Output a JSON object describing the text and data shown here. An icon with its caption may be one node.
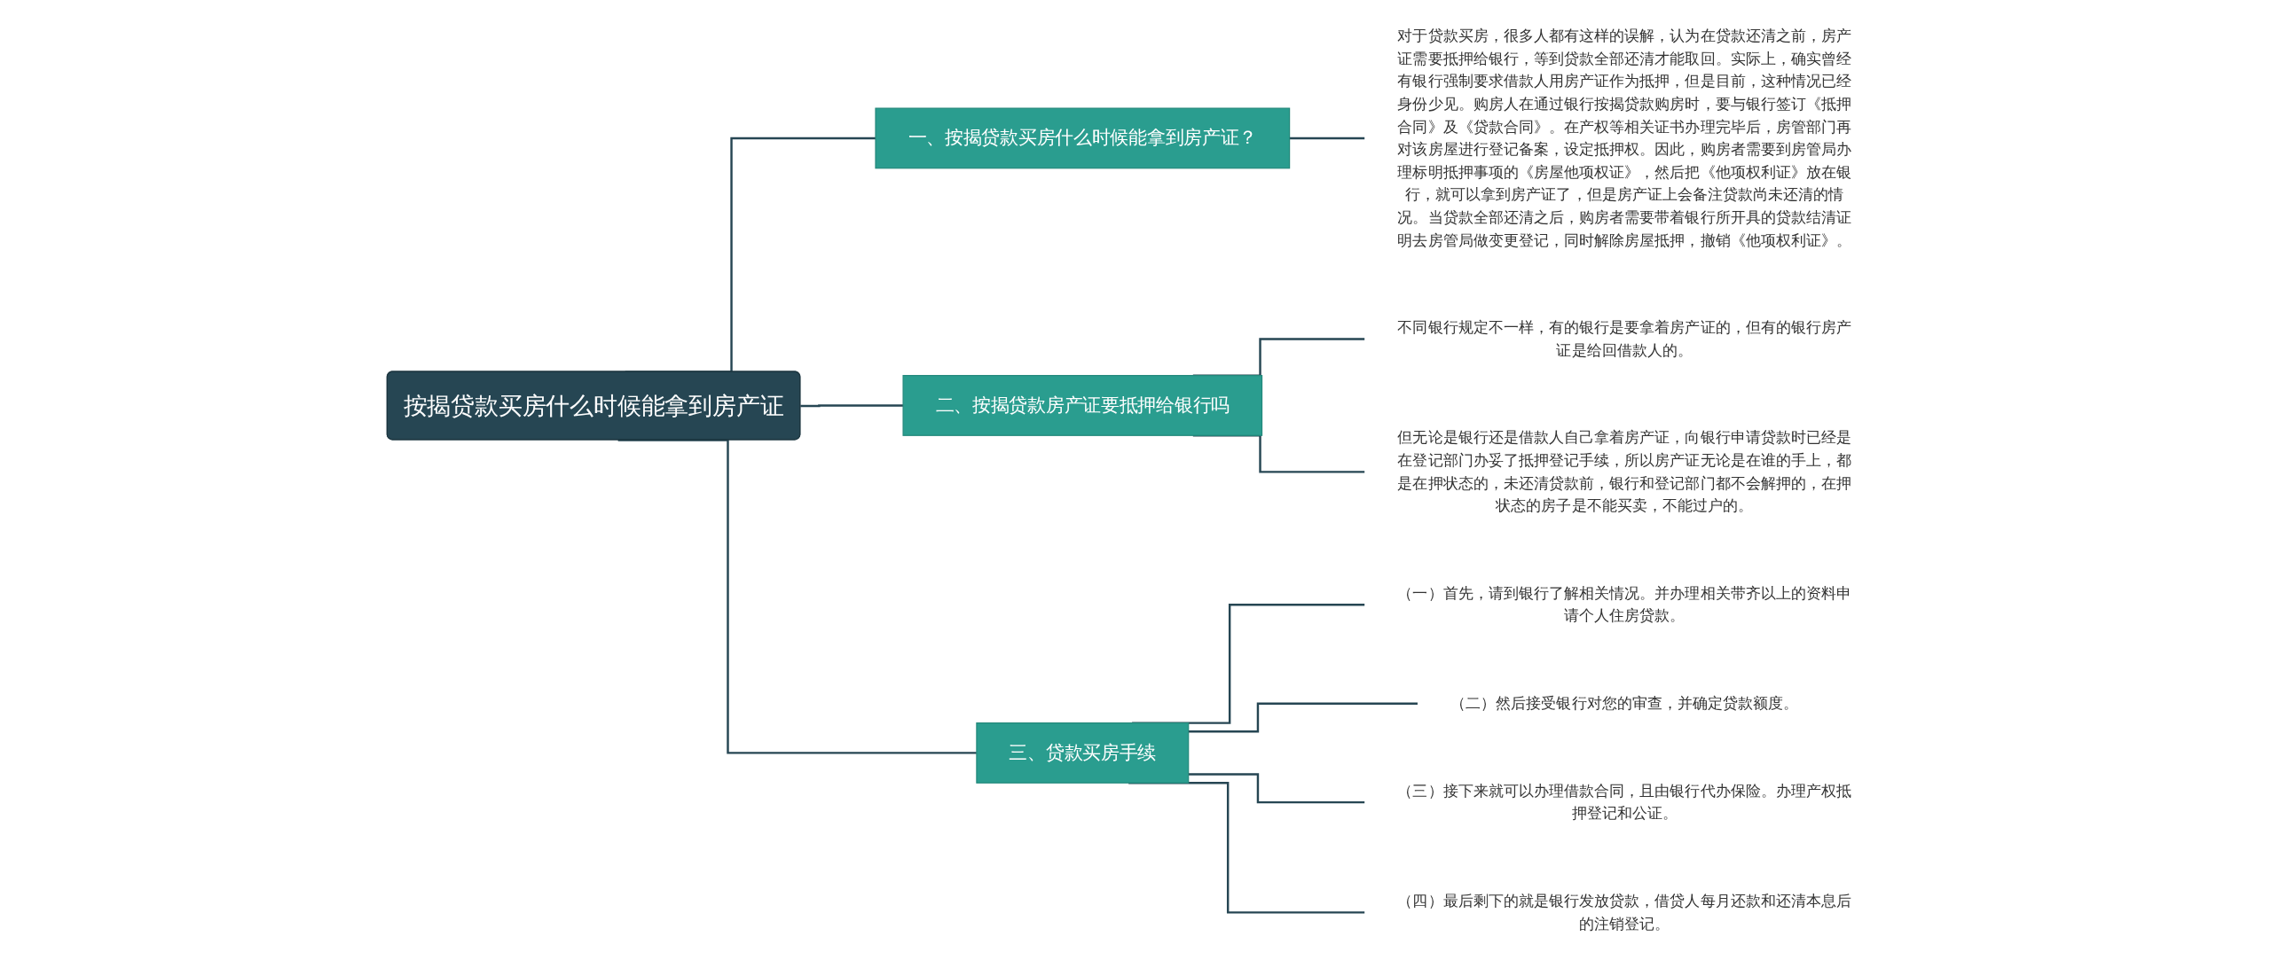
{
  "diagram": {
    "nodes": [
      {
        "text": [
          "按揭贷款买房什么时候能拿到房产证"
        ]
      },
      {
        "text": [
          "一、按揭贷款买房什么时候能拿到房产证？"
        ]
      },
      {
        "text": [
          "对于贷款买房，很多人都有这样的误解，认为在贷款还清之前，房产证需要抵押给银行，等到贷款全部还清才能取回。实际上，确实曾经有银行强制要求借款人用房产证作为抵押，但是目前，这种情况已经身份少见。购房人在通过银行按揭贷款购房时，要与银行签订《抵押合同》及《贷款合同》。在产权等相关证书办理完毕后，房管部门再对该房屋进行登记备案，设定抵押权。因此，购房者需要到房管局办理标明抵押事项的《房屋他项权证》，然后把《他项权利证》放在银行，就可以拿到房产证了，但是房产证上会备注贷款尚未还清的情况。当贷款全部还清之后，购房者需要带着银行所开具的贷款结清证明去房管局做变更登记，同时解除房屋抵押，撤销《他项权利证》。"
        ]
      },
      {
        "text": [
          "二、按揭贷款房产证要抵押给银行吗"
        ]
      },
      {
        "text": [
          "不同银行规定不一样，有的银行是要拿着房产证的，但有的银行房产证是给回借款人的。"
        ]
      },
      {
        "text": [
          "但无论是银行还是借款人自己拿着房产证，向银行申请贷款时已经是在登记部门办妥了抵押登记手续，所以房产证无论是在谁的手上，都是在押状态的，未还清贷款前，银行和登记部门都不会解押的，在押状态的房子是不能买卖，不能过户的。"
        ]
      },
      {
        "text": [
          "三、贷款买房手续"
        ]
      },
      {
        "text": [
          "（一）首先，请到银行了解相关情况。并办理相关带齐以上的资料申请个人住房贷款。"
        ]
      },
      {
        "text": [
          "（二）然后接受银行对您的审查，并确定贷款额度。"
        ]
      },
      {
        "text": [
          "（三）接下来就可以办理借款合同，且由银行代办保险。办理产权抵押登记和公证。"
        ]
      },
      {
        "text": [
          "（四）最后剩下的就是银行发放贷款，借贷人每月还款和还清本息后的注销登记。"
        ]
      }
    ],
    "edges": [
      {
        "from": 0,
        "to": 1,
        "arrow": "none"
      },
      {
        "from": 1,
        "to": 2,
        "arrow": "none"
      },
      {
        "from": 0,
        "to": 3,
        "arrow": "none"
      },
      {
        "from": 3,
        "to": 4,
        "arrow": "none"
      },
      {
        "from": 3,
        "to": 5,
        "arrow": "none"
      },
      {
        "from": 0,
        "to": 6,
        "arrow": "none"
      },
      {
        "from": 6,
        "to": 7,
        "arrow": "none"
      },
      {
        "from": 6,
        "to": 8,
        "arrow": "none"
      },
      {
        "from": 6,
        "to": 9,
        "arrow": "none"
      },
      {
        "from": 6,
        "to": 10,
        "arrow": "none"
      }
    ]
  }
}
